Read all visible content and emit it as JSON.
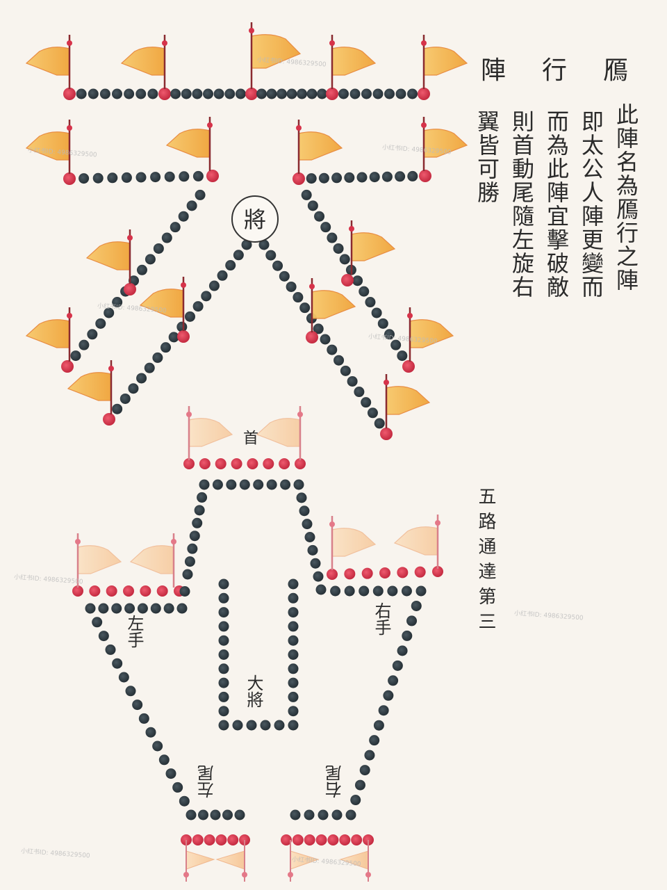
{
  "title": "鴈行陣",
  "title_chars": [
    "鴈",
    "行",
    "陣"
  ],
  "description_columns": [
    "此陣名為鴈行之陣",
    "即太公人陣更變而",
    "而為此陣宜擊破敵",
    "則首動尾隨左旋右",
    "翼皆可勝"
  ],
  "lower_caption": "五路通達第三",
  "labels": {
    "commander": "將",
    "head": "首",
    "left_hand": "左手",
    "right_hand": "右手",
    "general": "大將",
    "left_tail": "左尾",
    "right_tail": "右尾"
  },
  "watermark": "小红书ID: 4986329500",
  "colors": {
    "paper": "#f8f4ee",
    "troop_dot": "#2f3a40",
    "officer_dot": "#d6334a",
    "flag_fill": "#f2b33a",
    "flag_edge": "#e8873a",
    "pole": "#7a2a2a",
    "ink": "#2a2a2a"
  },
  "diagram": {
    "upper_formation": "goose-wedge (鴈行)",
    "lower_formation": "five roads (五路通達)"
  }
}
